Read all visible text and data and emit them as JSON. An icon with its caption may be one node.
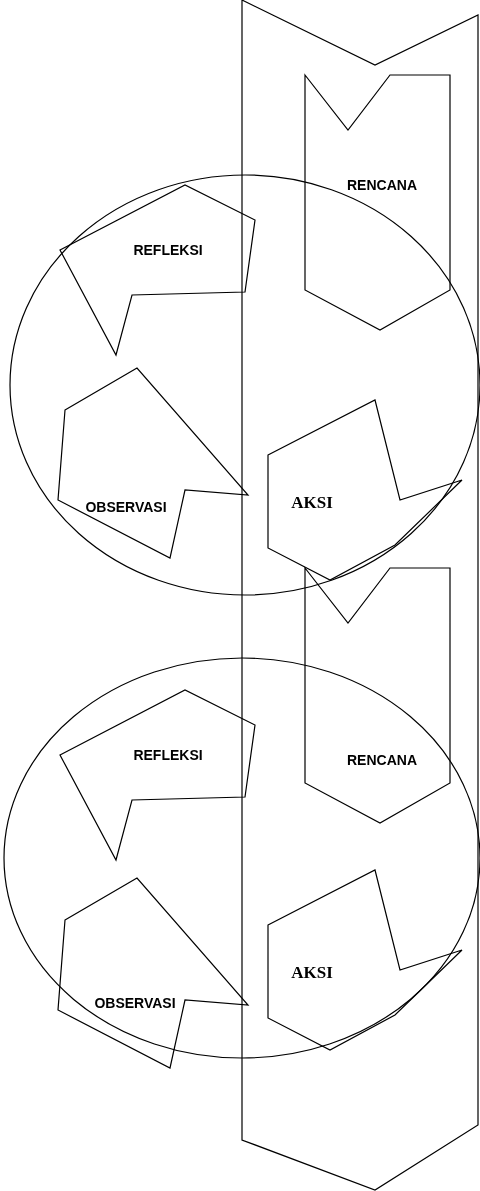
{
  "diagram": {
    "nodes": [
      {
        "text": [],
        "shape": "chevron"
      },
      {
        "text": [],
        "shape": "circle"
      },
      {
        "text": [
          "RENCANA"
        ],
        "in": 0
      },
      {
        "text": [
          "REFLEKSI"
        ],
        "in": 1
      },
      {
        "text": [
          "OBSERVASI"
        ],
        "in": 1
      },
      {
        "text": [
          "AKSI"
        ]
      },
      {
        "text": [],
        "shape": "circle"
      },
      {
        "text": [
          "RENCANA"
        ],
        "in": 0
      },
      {
        "text": [
          "REFLEKSI"
        ],
        "in": 6
      },
      {
        "text": [
          "OBSERVASI"
        ],
        "in": 6
      },
      {
        "text": [
          "AKSI"
        ]
      }
    ],
    "edges": []
  }
}
